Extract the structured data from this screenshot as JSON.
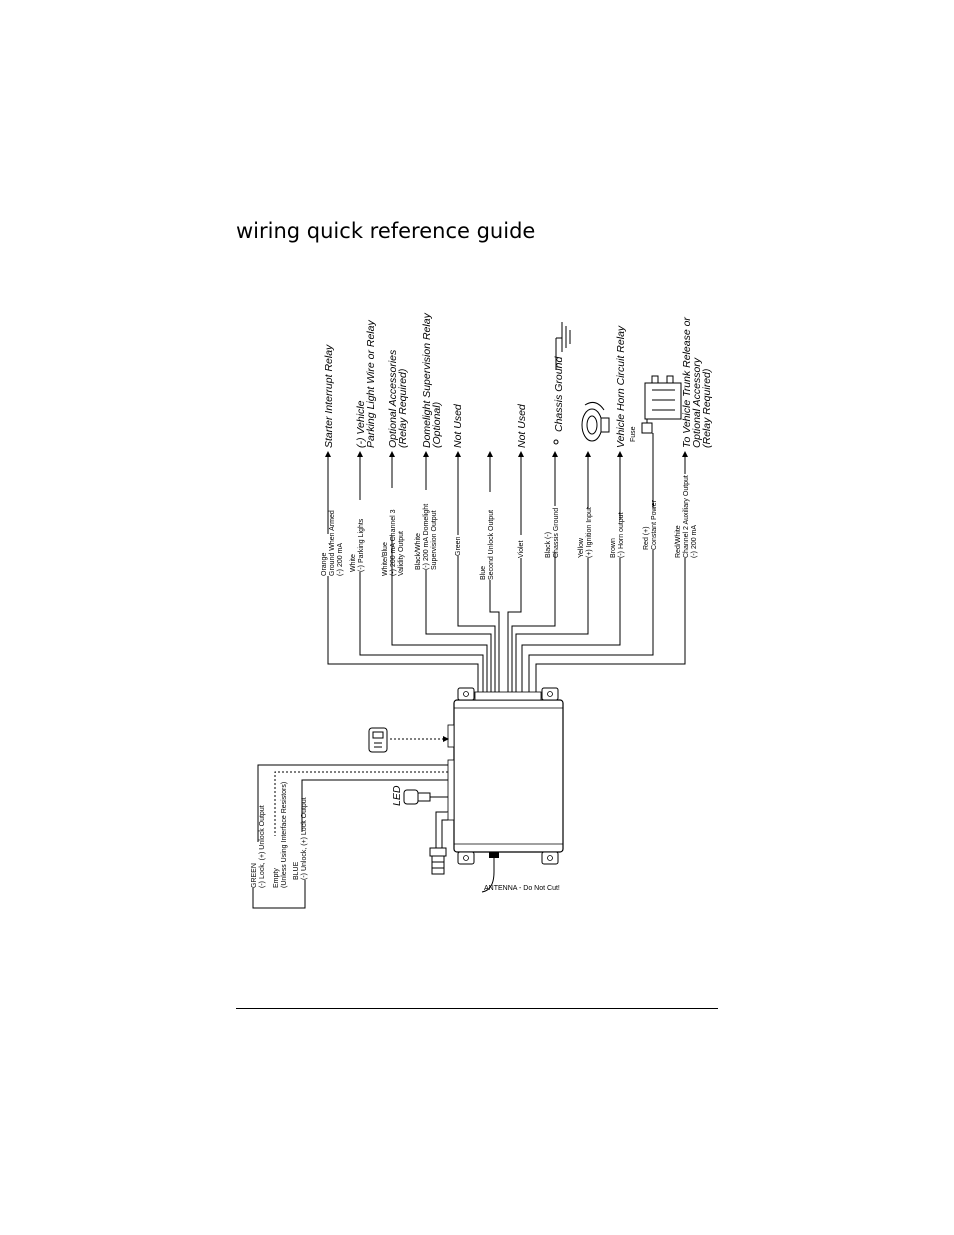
{
  "page": {
    "title": "wiring quick reference guide"
  },
  "wires": [
    {
      "id": "orange",
      "lines": [
        "Orange",
        "Ground When Armed",
        "(-) 200 mA"
      ],
      "dest": [
        "Starter Interrupt Relay"
      ]
    },
    {
      "id": "white",
      "lines": [
        "White",
        "(-) Parking Lights"
      ],
      "dest": [
        "(-) Vehicle",
        "Parking Light Wire or Relay"
      ]
    },
    {
      "id": "white-blue",
      "lines": [
        "White/Blue",
        "(-) 200 mA Channel 3",
        "Validity Output"
      ],
      "dest": [
        "Optional Accessories",
        "(Relay Required)"
      ]
    },
    {
      "id": "black-white",
      "lines": [
        "Black/White",
        "(-) 200 mA Domelight",
        "Supervision Output"
      ],
      "dest": [
        "Domelight Supervision Relay",
        "(Optional)"
      ]
    },
    {
      "id": "green",
      "lines": [
        "Green"
      ],
      "dest": [
        "Not Used"
      ]
    },
    {
      "id": "blue",
      "lines": [
        "Blue",
        "Second Unlock Output"
      ],
      "dest": []
    },
    {
      "id": "violet",
      "lines": [
        "Violet"
      ],
      "dest": [
        "Not Used"
      ]
    },
    {
      "id": "black",
      "lines": [
        "Black (-)",
        "Chassis Ground"
      ],
      "dest": [
        "Chassis Ground"
      ]
    },
    {
      "id": "yellow",
      "lines": [
        "Yellow",
        "(+) Ignition Input"
      ],
      "dest": []
    },
    {
      "id": "brown",
      "lines": [
        "Brown",
        "(-) Horn output"
      ],
      "dest": [
        "Vehicle Horn Circuit Relay"
      ]
    },
    {
      "id": "red",
      "lines": [
        "Red (+)",
        "Constant Power"
      ],
      "dest": []
    },
    {
      "id": "red-white",
      "lines": [
        "Red/White",
        "Channel 2 Auxiliary Output",
        "(-) 200 mA"
      ],
      "dest": [
        "To Vehicle Trunk Release or",
        "Optional Accessory",
        "(Relay Required)"
      ]
    }
  ],
  "lock_wires": [
    {
      "id": "green-lock",
      "lines": [
        "GREEN",
        "(-) Lock, (+) Unlock Output"
      ]
    },
    {
      "id": "empty",
      "lines": [
        "Empty",
        "(Unless Using Interface Resistors)"
      ]
    },
    {
      "id": "blue-lock",
      "lines": [
        "BLUE",
        "(-) Unlock, (+) Lock Output"
      ]
    }
  ],
  "labels": {
    "fuse": "Fuse",
    "led": "LED",
    "antenna": "ANTENNA - Do Not Cut!"
  }
}
